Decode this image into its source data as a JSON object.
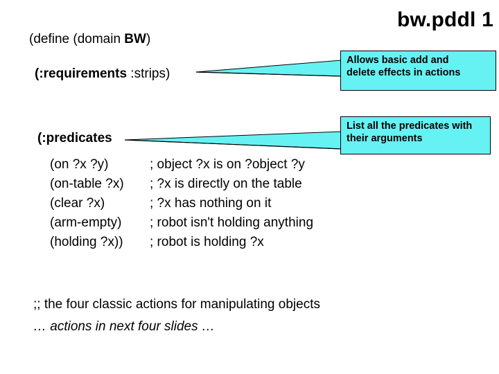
{
  "slide": {
    "title": "bw.pddl 1",
    "background_color": "#ffffff",
    "text_color": "#000000"
  },
  "code": {
    "define_line_prefix": "(define (domain ",
    "define_line_bold": "BW",
    "define_line_suffix": ")",
    "requirements_keyword": "(:requirements",
    "requirements_value": " :strips)",
    "predicates_keyword": "(:predicates",
    "predicates": [
      {
        "name": "(on ?x ?y)",
        "comment": "; object ?x is on ?object ?y"
      },
      {
        "name": "(on-table ?x)",
        "comment": "; ?x is directly on the table"
      },
      {
        "name": "(clear ?x)",
        "comment": "; ?x has nothing on it"
      },
      {
        "name": "(arm-empty)",
        "comment": "; robot isn't holding anything"
      },
      {
        "name": "(holding ?x))",
        "comment": "; robot is holding ?x"
      }
    ],
    "note_comment": ";; the four classic actions for manipulating objects",
    "note_italic": "… actions in next four slides …"
  },
  "callouts": [
    {
      "id": "requirements-callout",
      "line1": "Allows basic add and",
      "line2": "delete effects in actions",
      "fill_color": "#66f2f2",
      "border_color": "#000000"
    },
    {
      "id": "predicates-callout",
      "line1": "List all the predicates with",
      "line2": "their arguments",
      "fill_color": "#66f2f2",
      "border_color": "#000000"
    }
  ]
}
